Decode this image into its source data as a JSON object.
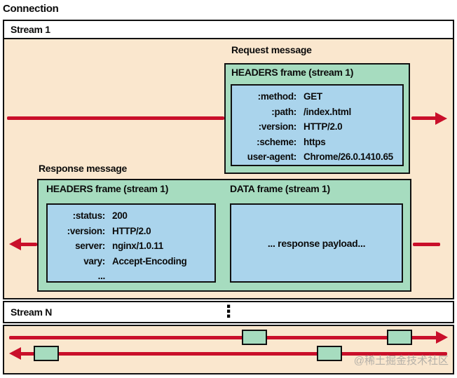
{
  "connection": {
    "label": "Connection"
  },
  "stream1": {
    "label": "Stream 1",
    "request": {
      "message_label": "Request message",
      "frame_title": "HEADERS frame (stream 1)",
      "headers": [
        {
          "key": ":method:",
          "value": "GET"
        },
        {
          "key": ":path:",
          "value": "/index.html"
        },
        {
          "key": ":version:",
          "value": "HTTP/2.0"
        },
        {
          "key": ":scheme:",
          "value": "https"
        },
        {
          "key": "user-agent:",
          "value": "Chrome/26.0.1410.65"
        }
      ]
    },
    "response": {
      "message_label": "Response message",
      "headers_frame": {
        "title": "HEADERS frame (stream 1)",
        "headers": [
          {
            "key": ":status:",
            "value": "200"
          },
          {
            "key": ":version:",
            "value": "HTTP/2.0"
          },
          {
            "key": "server:",
            "value": "nginx/1.0.11"
          },
          {
            "key": "vary:",
            "value": "Accept-Encoding"
          },
          {
            "key": "...",
            "value": ""
          }
        ]
      },
      "data_frame": {
        "title": "DATA frame (stream 1)",
        "payload": "... response payload..."
      }
    }
  },
  "streamN": {
    "label": "Stream N"
  },
  "icons": {
    "vertical_ellipsis": "⋮"
  },
  "watermark": "@稀土掘金技术社区",
  "colors": {
    "peach": "#FAE7CE",
    "green": "#A6DCBF",
    "blue": "#AAD4EC",
    "red": "#C90F2A",
    "border": "#111111",
    "watermark_gray": "#B5B0A8"
  }
}
